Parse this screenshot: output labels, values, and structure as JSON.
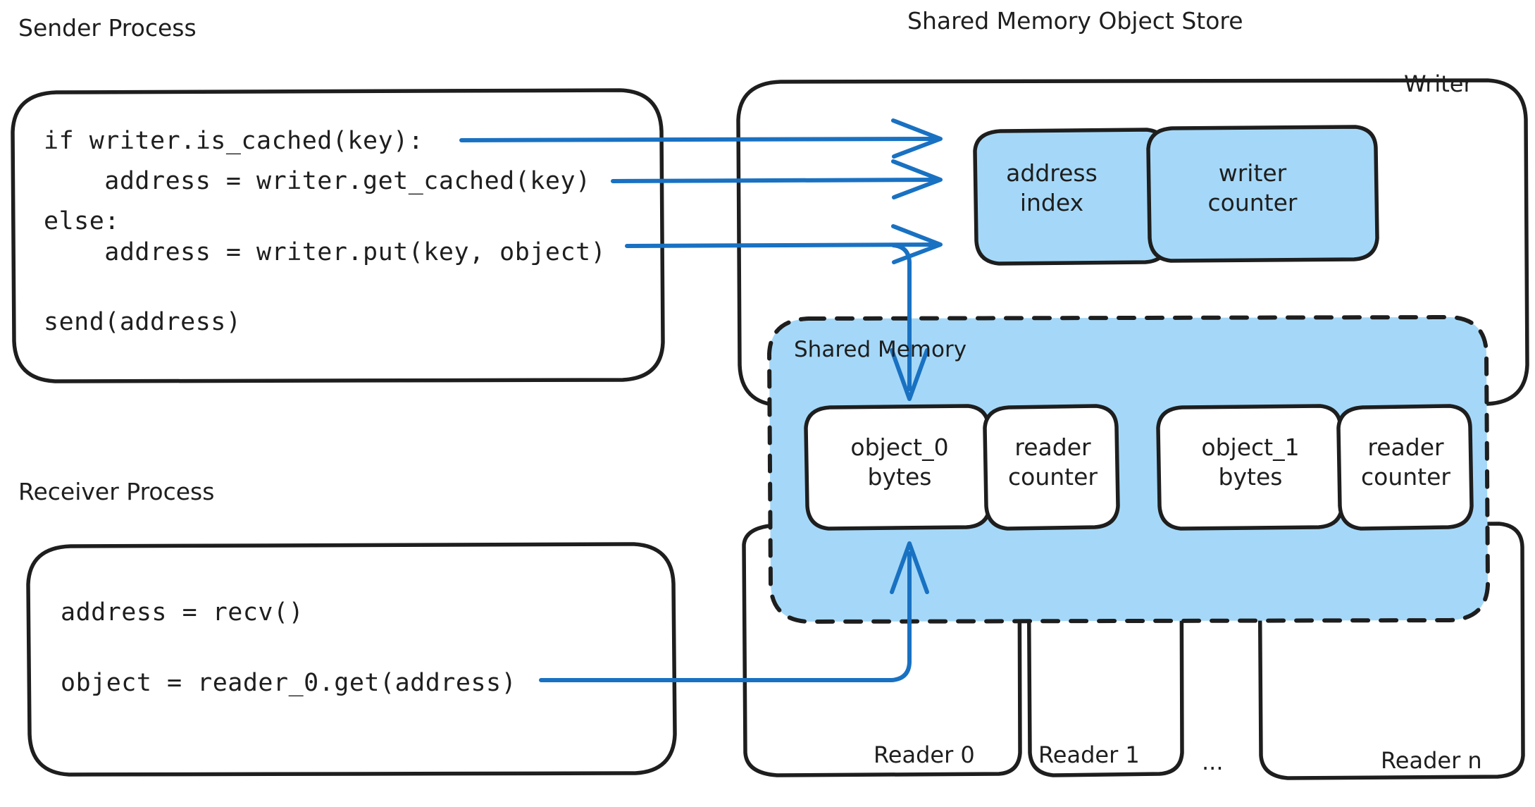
{
  "diagram": {
    "title_sender": "Sender Process",
    "title_receiver": "Receiver Process",
    "title_store": "Shared Memory Object Store",
    "label_writer": "Writer",
    "label_shared_memory": "Shared Memory"
  },
  "sender_code": {
    "line1": "if writer.is_cached(key):",
    "line2": "    address = writer.get_cached(key)",
    "line3": "else:",
    "line4": "    address = writer.put(key, object)",
    "line5": "send(address)"
  },
  "receiver_code": {
    "line1": "address = recv()",
    "line2": "object = reader_0.get(address)"
  },
  "writer_cells": {
    "address_index": "address\nindex",
    "writer_counter": "writer\ncounter"
  },
  "shared_memory_cells": {
    "object_0_bytes": "object_0\nbytes",
    "reader_counter_0": "reader\ncounter",
    "object_1_bytes": "object_1\nbytes",
    "reader_counter_1": "reader\ncounter"
  },
  "readers": {
    "reader_0": "Reader 0",
    "reader_1": "Reader 1",
    "ellipsis": "...",
    "reader_n": "Reader n"
  },
  "colors": {
    "stroke": "#1e1e1e",
    "arrow": "#1971c2",
    "fill_blue": "#a5d8f8",
    "background": "#ffffff"
  }
}
